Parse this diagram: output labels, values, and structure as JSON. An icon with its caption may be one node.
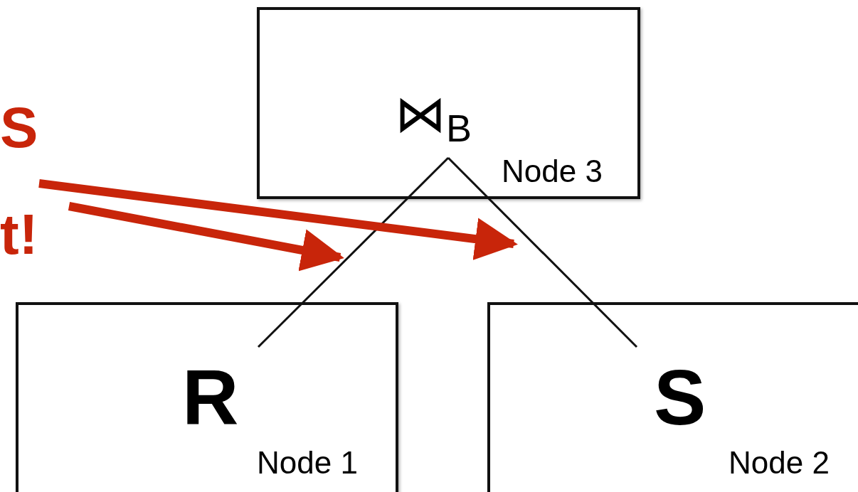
{
  "diagram": {
    "nodes": [
      {
        "text": [
          "⋈$_{B}$",
          "Node 3"
        ]
      },
      {
        "text": [
          "S",
          "t!"
        ]
      },
      {
        "text": [
          "R",
          "Node 1"
        ]
      },
      {
        "text": [
          "S",
          "Node 2"
        ]
      }
    ],
    "edges": [
      {
        "from": 0,
        "to": 2,
        "arrow": "none"
      },
      {
        "from": 0,
        "to": 3,
        "arrow": "none"
      },
      {
        "from": 1,
        "to": null,
        "arrow": "to",
        "style": "thick",
        "color": "#c8250a"
      },
      {
        "from": 1,
        "to": null,
        "arrow": "to",
        "style": "thick",
        "color": "#c8250a"
      }
    ]
  }
}
